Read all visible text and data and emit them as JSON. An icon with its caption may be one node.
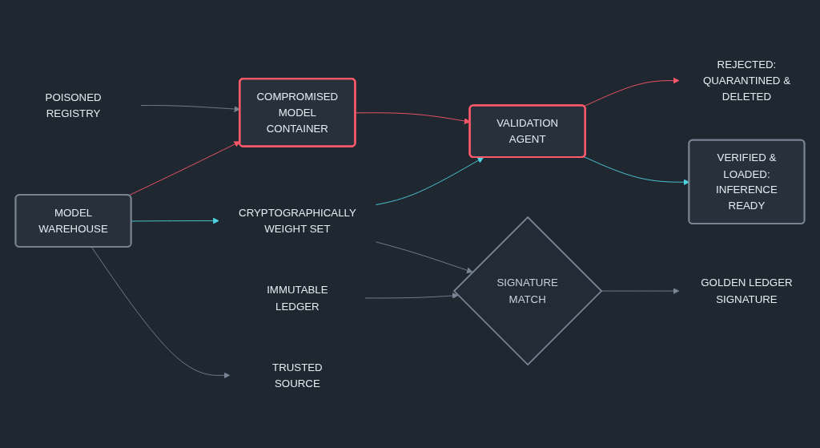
{
  "diagram": {
    "nodes": [
      {
        "text": [
          "POISONED REGISTRY"
        ]
      },
      {
        "text": [
          "COMPROMISED MODEL CONTAINER"
        ]
      },
      {
        "text": [
          "VALIDATION AGENT"
        ]
      },
      {
        "text": [
          "REJECTED: QUARANTINED & DELETED"
        ]
      },
      {
        "text": [
          "MODEL WAREHOUSE"
        ]
      },
      {
        "text": [
          "VERIFIED & LOADED: INFERENCE READY"
        ]
      },
      {
        "text": [
          "CRYPTOGRAPHICALLY WEIGHT SET"
        ]
      },
      {
        "text": [
          "SIGNATURE MATCH"
        ]
      },
      {
        "text": [
          "IMMUTABLE LEDGER"
        ]
      },
      {
        "text": [
          "TRUSTED SOURCE"
        ]
      },
      {
        "text": [
          "GOLDEN LEDGER SIGNATURE"
        ]
      }
    ],
    "edges": [
      {
        "from": 0,
        "to": 1,
        "arrow": "to"
      },
      {
        "from": 4,
        "to": 1,
        "arrow": "to",
        "color": "#ff5a6b"
      },
      {
        "from": 1,
        "to": 2,
        "arrow": "to",
        "color": "#ff5a6b"
      },
      {
        "from": 2,
        "to": 3,
        "arrow": "to",
        "color": "#ff5a6b"
      },
      {
        "from": 4,
        "to": 6,
        "arrow": "to",
        "color": "#4fd6e3"
      },
      {
        "from": 6,
        "to": 2,
        "arrow": "to",
        "color": "#4fd6e3"
      },
      {
        "from": 2,
        "to": 5,
        "arrow": "to",
        "color": "#4fd6e3"
      },
      {
        "from": 4,
        "to": 9,
        "arrow": "to"
      },
      {
        "from": 6,
        "to": 7,
        "arrow": "to"
      },
      {
        "from": 8,
        "to": 7,
        "arrow": "to"
      },
      {
        "from": 7,
        "to": 10,
        "arrow": "to"
      }
    ]
  }
}
